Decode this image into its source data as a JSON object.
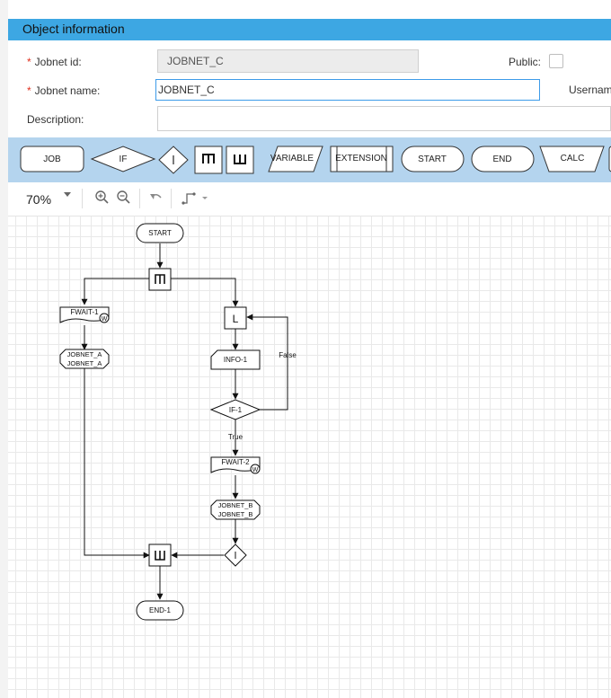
{
  "panel_title": "Object information",
  "form": {
    "jobnet_id_label": "Jobnet id:",
    "jobnet_id_value": "JOBNET_C",
    "jobnet_name_label": "Jobnet name:",
    "jobnet_name_value": "JOBNET_C",
    "description_label": "Description:",
    "description_value": "",
    "public_label": "Public:",
    "username_label": "Usernam"
  },
  "palette": {
    "job": "JOB",
    "if": "IF",
    "variable": "VARIABLE",
    "extension": "EXTENSION",
    "start": "START",
    "end": "END",
    "calc": "CALC"
  },
  "toolbar": {
    "zoom": "70%"
  },
  "flow": {
    "start": "START",
    "fwait1": "FWAIT-1",
    "jobnet_a_1": "JOBNET_A",
    "jobnet_a_2": "JOBNET_A",
    "info1": "INFO-1",
    "if1": "IF-1",
    "false_label": "False",
    "true_label": "True",
    "fwait2": "FWAIT-2",
    "jobnet_b_1": "JOBNET_B",
    "jobnet_b_2": "JOBNET_B",
    "end1": "END-1"
  },
  "colors": {
    "titlebar": "#3da7e3",
    "palette_bg": "#b4d4ee",
    "focus_border": "#3d9be9",
    "required": "#e0301e"
  }
}
